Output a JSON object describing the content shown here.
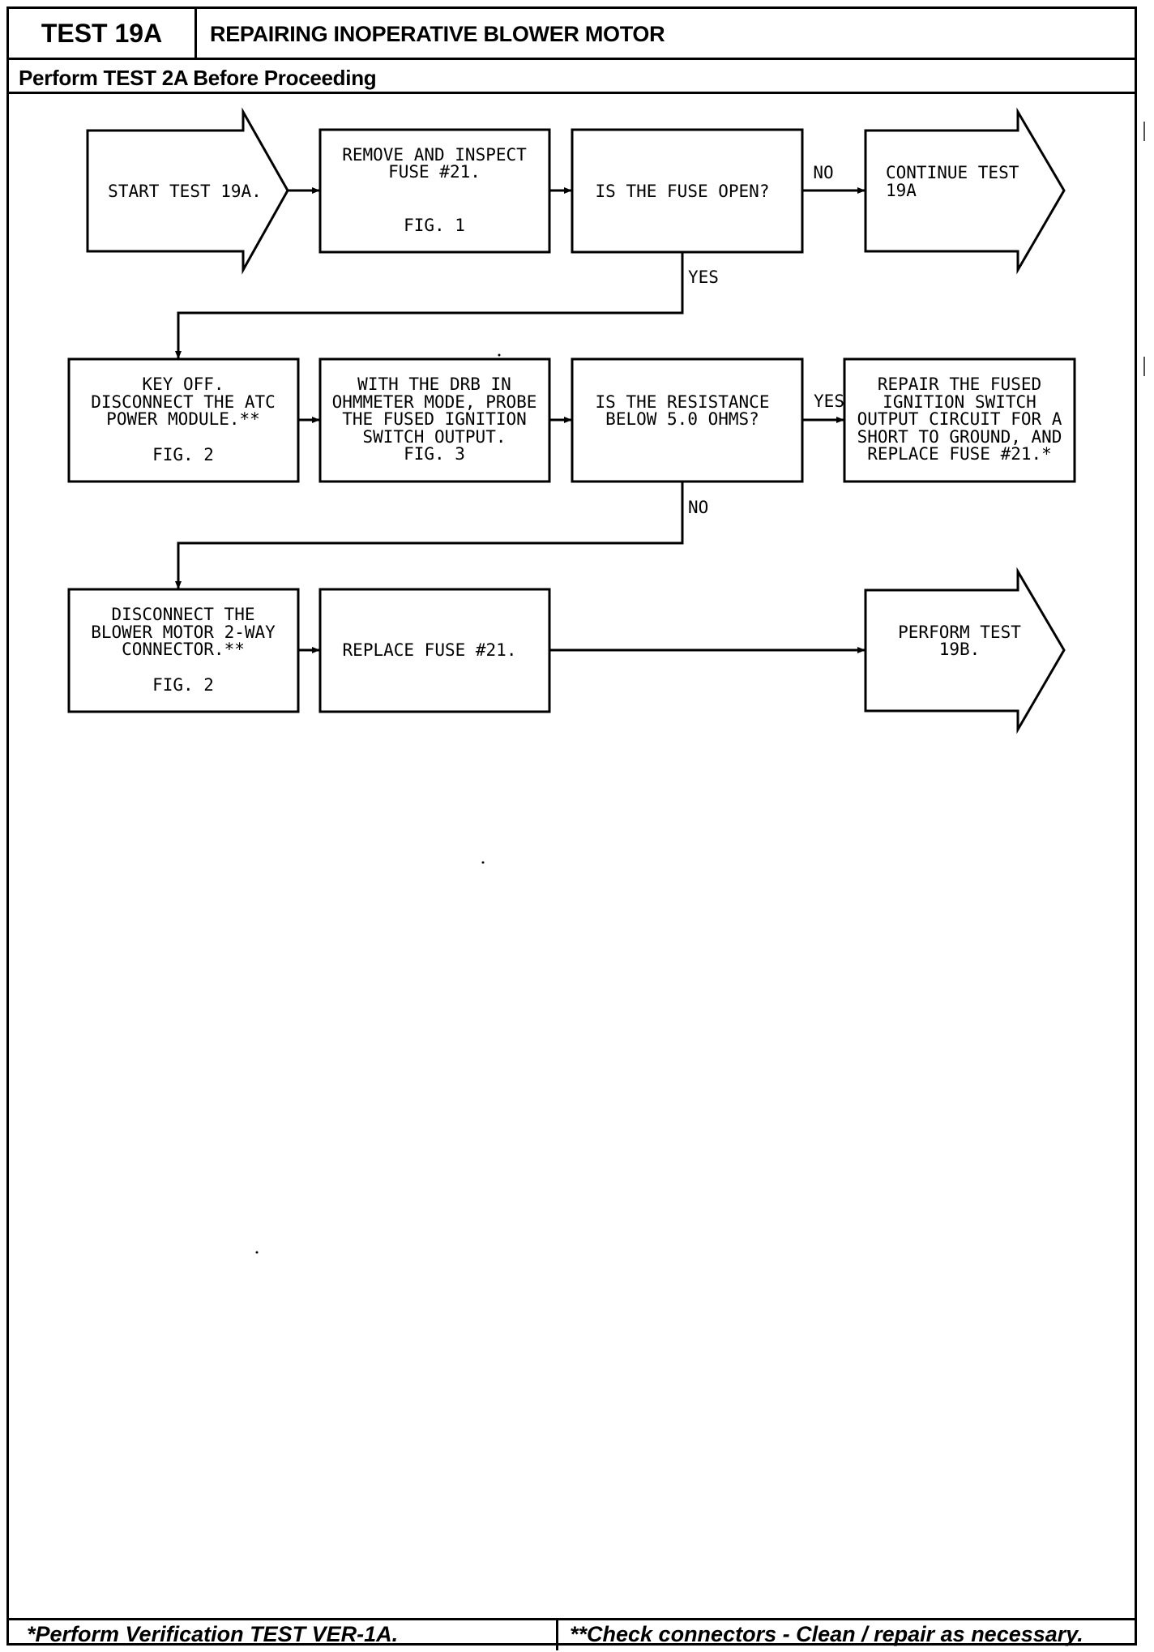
{
  "header": {
    "test_label": "TEST 19A",
    "title": "REPAIRING INOPERATIVE BLOWER MOTOR",
    "subtitle": "Perform TEST 2A Before Proceeding"
  },
  "flow": {
    "start": "START TEST 19A.",
    "remove_inspect": [
      "REMOVE AND INSPECT",
      "FUSE #21."
    ],
    "remove_inspect_fig": "FIG. 1",
    "fuse_open_q": "IS THE FUSE OPEN?",
    "no_label_1": "NO",
    "continue_test": [
      "CONTINUE TEST",
      "19A"
    ],
    "yes_label_1": "YES",
    "key_off": [
      "KEY OFF.",
      "DISCONNECT THE ATC",
      "POWER MODULE.**"
    ],
    "key_off_fig": "FIG. 2",
    "drb_probe": [
      "WITH THE DRB IN",
      "OHMMETER MODE, PROBE",
      "THE FUSED IGNITION",
      "SWITCH OUTPUT.",
      "FIG. 3"
    ],
    "resistance_q": [
      "IS THE RESISTANCE",
      "BELOW 5.0 OHMS?"
    ],
    "yes_label_2": "YES",
    "repair_fused": [
      "REPAIR THE FUSED",
      "IGNITION SWITCH",
      "OUTPUT CIRCUIT FOR A",
      "SHORT TO GROUND, AND",
      "REPLACE FUSE #21.*"
    ],
    "no_label_2": "NO",
    "disconnect_blower": [
      "DISCONNECT THE",
      "BLOWER MOTOR 2-WAY",
      "CONNECTOR.**"
    ],
    "disconnect_blower_fig": "FIG. 2",
    "replace_fuse": "REPLACE FUSE #21.",
    "perform_19b": [
      "PERFORM TEST",
      "19B."
    ]
  },
  "footer": {
    "left": "*Perform Verification TEST VER-1A.",
    "right": "**Check connectors - Clean / repair as necessary."
  }
}
